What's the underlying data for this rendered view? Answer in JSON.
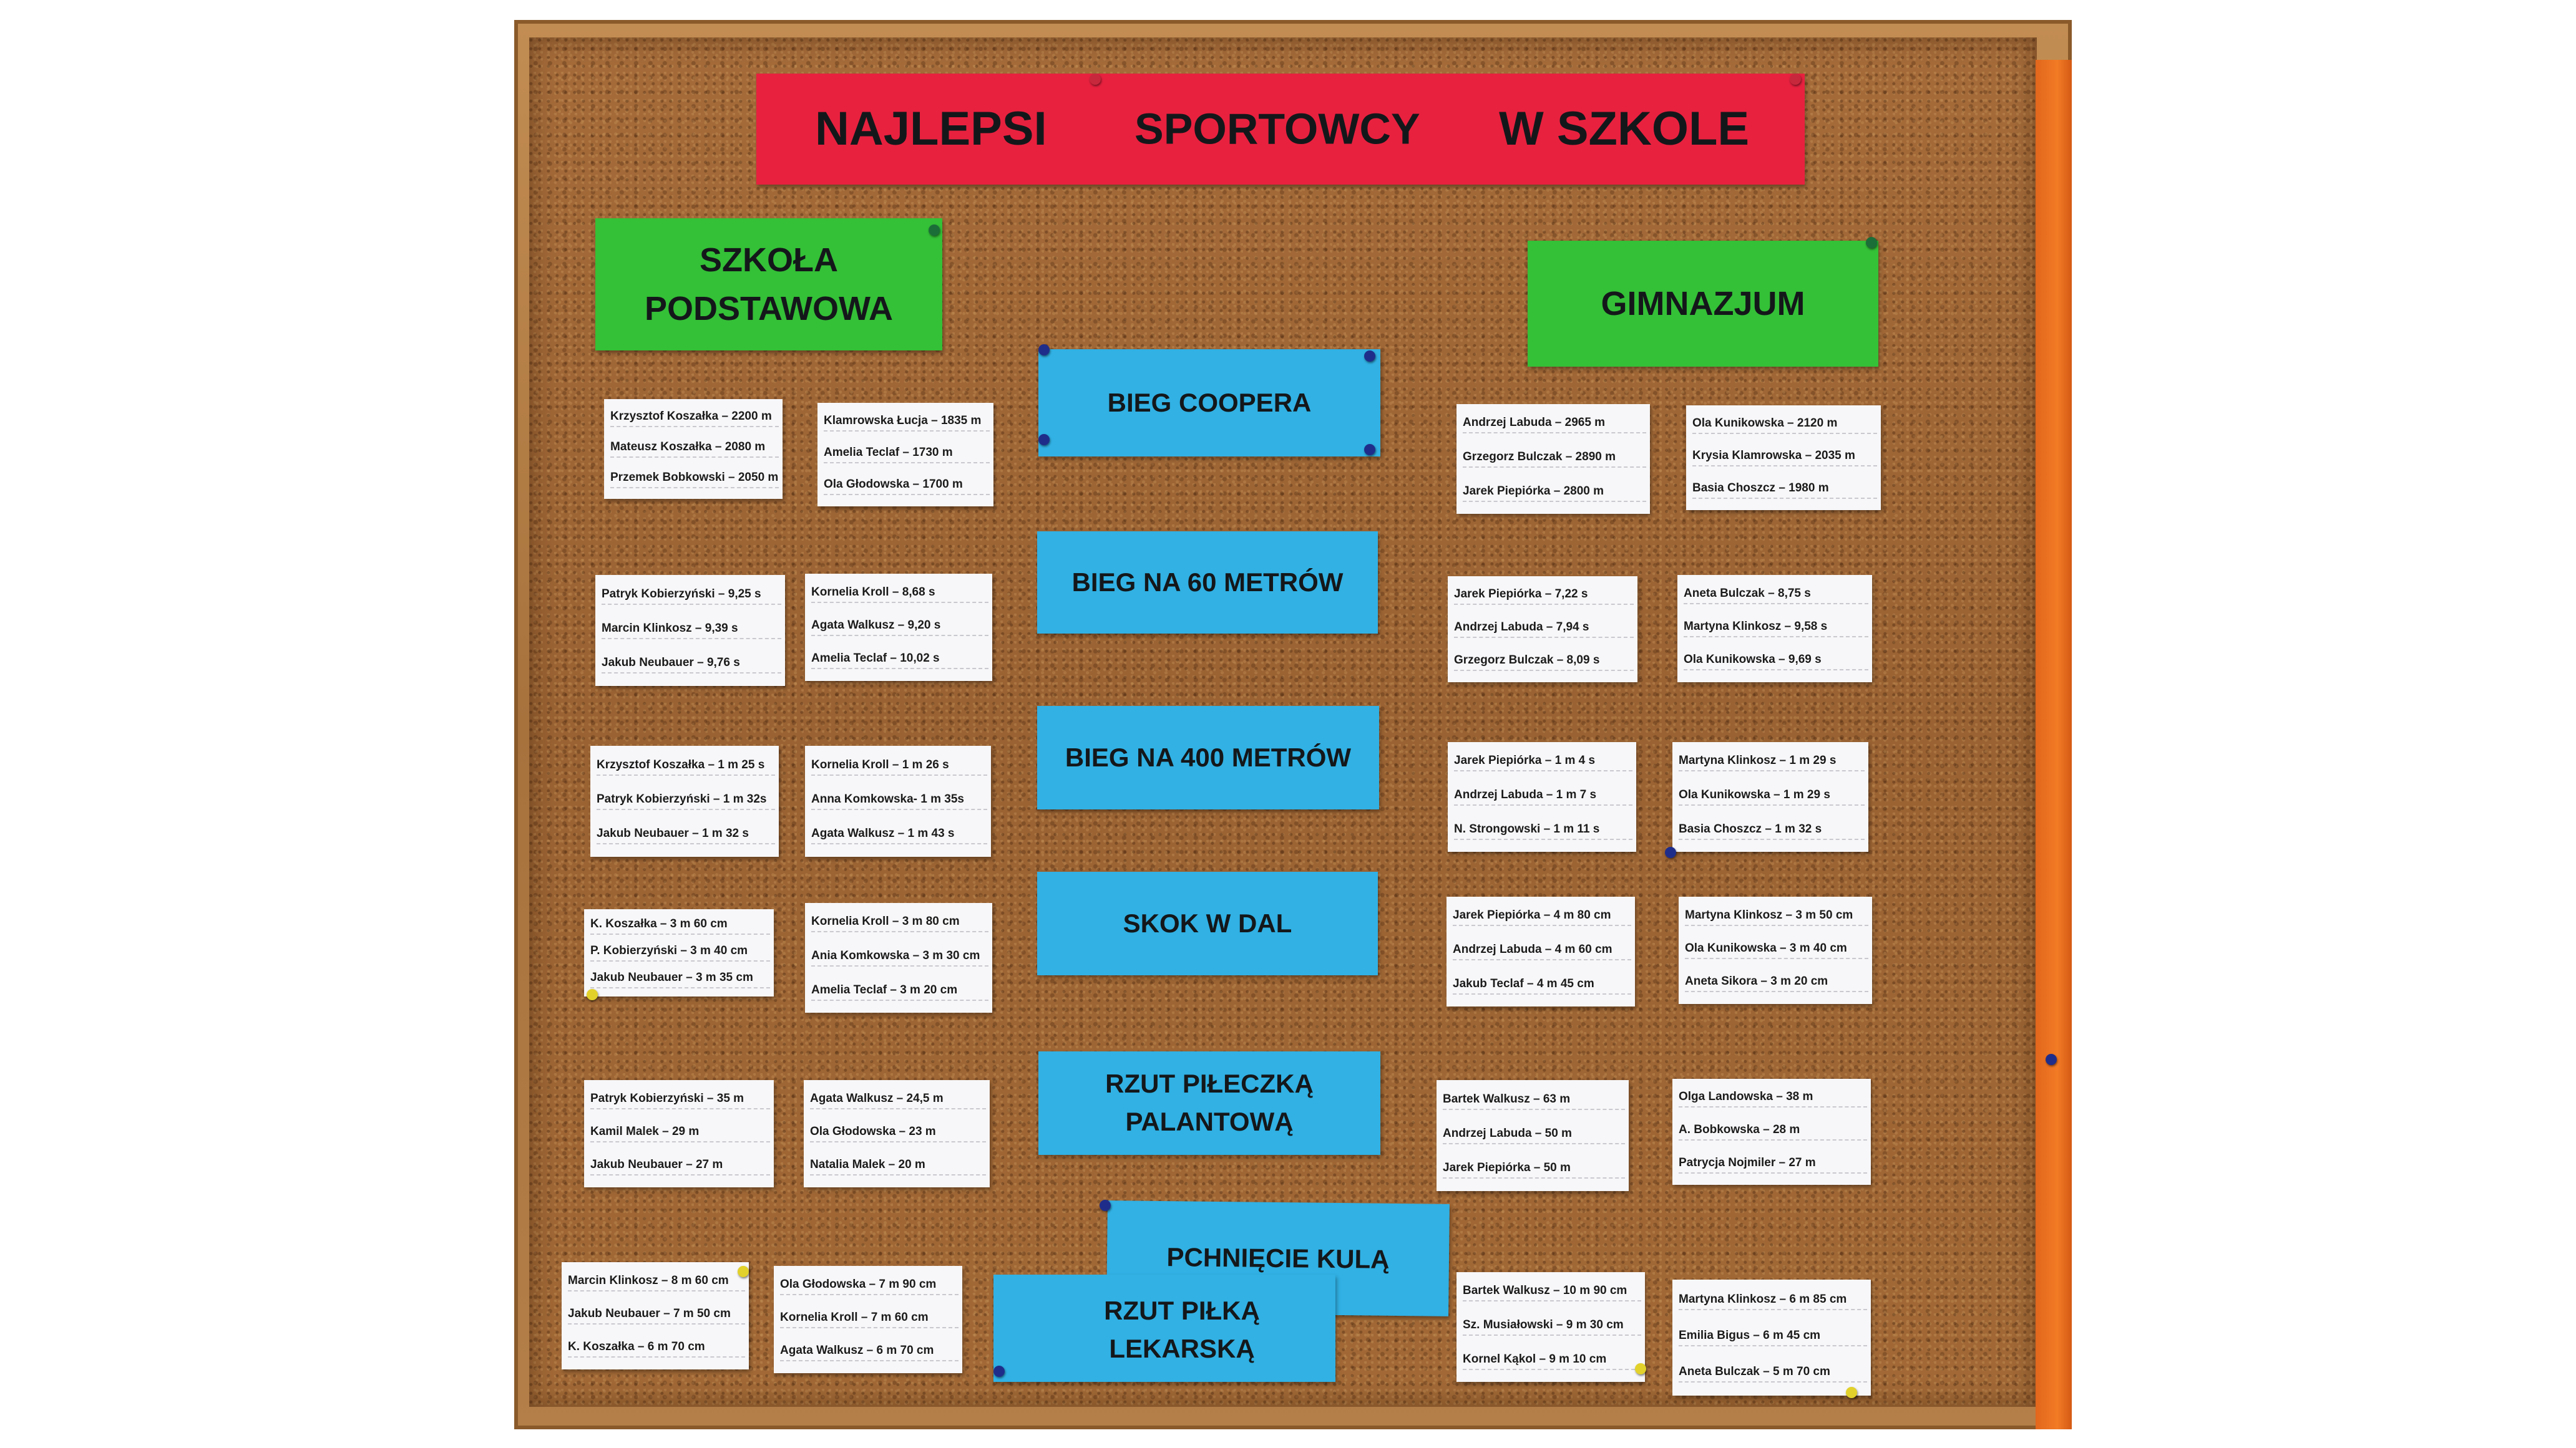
{
  "header": {
    "title_words": [
      "NAJLEPSI",
      "SPORTOWCY",
      "W SZKOLE"
    ]
  },
  "columns": {
    "primary": "SZKOŁA\nPODSTAWOWA",
    "secondary": "GIMNAZJUM"
  },
  "events": [
    "BIEG COOPERA",
    "BIEG NA 60 METRÓW",
    "BIEG NA 400 METRÓW",
    "SKOK W DAL",
    "RZUT PIŁECZKĄ\nPALANTOWĄ",
    "PCHNIĘCIE KULĄ",
    "RZUT PIŁKĄ LEKARSKĄ"
  ],
  "results": {
    "cooper": {
      "sp_boys": [
        "Krzysztof Koszałka – 2200 m",
        "Mateusz Koszałka – 2080 m",
        "Przemek Bobkowski – 2050 m"
      ],
      "sp_girls": [
        "Klamrowska Łucja – 1835 m",
        "Amelia Teclaf – 1730 m",
        "Ola Głodowska – 1700 m"
      ],
      "gim_boys": [
        "Andrzej Labuda – 2965 m",
        "Grzegorz Bulczak – 2890 m",
        "Jarek Piepiórka – 2800 m"
      ],
      "gim_girls": [
        "Ola Kunikowska – 2120 m",
        "Krysia Klamrowska – 2035 m",
        "Basia Choszcz – 1980 m"
      ]
    },
    "run60": {
      "sp_boys": [
        "Patryk Kobierzyński – 9,25 s",
        "Marcin Klinkosz – 9,39 s",
        "Jakub Neubauer – 9,76 s"
      ],
      "sp_girls": [
        "Kornelia Kroll – 8,68 s",
        "Agata Walkusz – 9,20 s",
        "Amelia Teclaf – 10,02 s"
      ],
      "gim_boys": [
        "Jarek Piepiórka – 7,22 s",
        "Andrzej Labuda – 7,94 s",
        "Grzegorz Bulczak – 8,09 s"
      ],
      "gim_girls": [
        "Aneta Bulczak – 8,75 s",
        "Martyna Klinkosz – 9,58 s",
        "Ola Kunikowska – 9,69 s"
      ]
    },
    "run400": {
      "sp_boys": [
        "Krzysztof Koszałka – 1 m 25 s",
        "Patryk Kobierzyński – 1 m 32s",
        "Jakub Neubauer – 1 m 32 s"
      ],
      "sp_girls": [
        "Kornelia Kroll – 1 m 26 s",
        "Anna Komkowska- 1 m 35s",
        "Agata Walkusz – 1 m 43 s"
      ],
      "gim_boys": [
        "Jarek Piepiórka – 1 m 4 s",
        "Andrzej Labuda – 1 m 7 s",
        "N. Strongowski – 1 m 11 s"
      ],
      "gim_girls": [
        "Martyna Klinkosz – 1 m 29 s",
        "Ola Kunikowska – 1 m 29 s",
        "Basia Choszcz – 1 m 32 s"
      ]
    },
    "longjump": {
      "sp_boys": [
        "K. Koszałka – 3 m 60 cm",
        "P. Kobierzyński – 3 m 40 cm",
        "Jakub Neubauer – 3 m 35 cm"
      ],
      "sp_girls": [
        "Kornelia Kroll – 3 m 80 cm",
        "Ania Komkowska – 3 m 30 cm",
        "Amelia Teclaf – 3 m 20 cm"
      ],
      "gim_boys": [
        "Jarek Piepiórka – 4 m 80 cm",
        "Andrzej Labuda – 4 m 60 cm",
        "Jakub Teclaf – 4 m 45 cm"
      ],
      "gim_girls": [
        "Martyna Klinkosz – 3 m 50 cm",
        "Ola Kunikowska – 3 m 40 cm",
        "Aneta Sikora – 3 m 20 cm"
      ]
    },
    "balltoss": {
      "sp_boys": [
        "Patryk Kobierzyński – 35 m",
        "Kamil Malek – 29 m",
        "Jakub Neubauer – 27 m"
      ],
      "sp_girls": [
        "Agata Walkusz – 24,5 m",
        "Ola Głodowska – 23 m",
        "Natalia Malek – 20 m"
      ],
      "gim_boys": [
        "Bartek Walkusz – 63 m",
        "Andrzej Labuda – 50 m",
        "Jarek Piepiórka – 50 m"
      ],
      "gim_girls": [
        "Olga Landowska – 38 m",
        "A. Bobkowska – 28 m",
        "Patrycja Nojmiler – 27 m"
      ]
    },
    "shotput": {
      "sp_boys": [
        "Marcin Klinkosz – 8 m 60 cm",
        "Jakub Neubauer – 7 m 50 cm",
        "K. Koszałka – 6 m 70 cm"
      ],
      "sp_girls": [
        "Ola Głodowska – 7 m 90 cm",
        "Kornelia Kroll – 7 m 60 cm",
        "Agata Walkusz – 6 m 70 cm"
      ],
      "gim_boys": [
        "Bartek Walkusz – 10 m 90 cm",
        "Sz. Musiałowski – 9 m 30 cm",
        "Kornel Kąkol – 9 m 10 cm"
      ],
      "gim_girls": [
        "Martyna Klinkosz – 6 m 85 cm",
        "Emilia Bigus – 6 m 45 cm",
        "Aneta Bulczak – 5 m 70 cm"
      ]
    }
  },
  "colors": {
    "cork": "#a36a38",
    "title_red": "#e8213f",
    "header_green": "#34c037",
    "event_blue": "#31b1e4",
    "frame_orange": "#f27b25",
    "paper": "#f7f7f9"
  }
}
